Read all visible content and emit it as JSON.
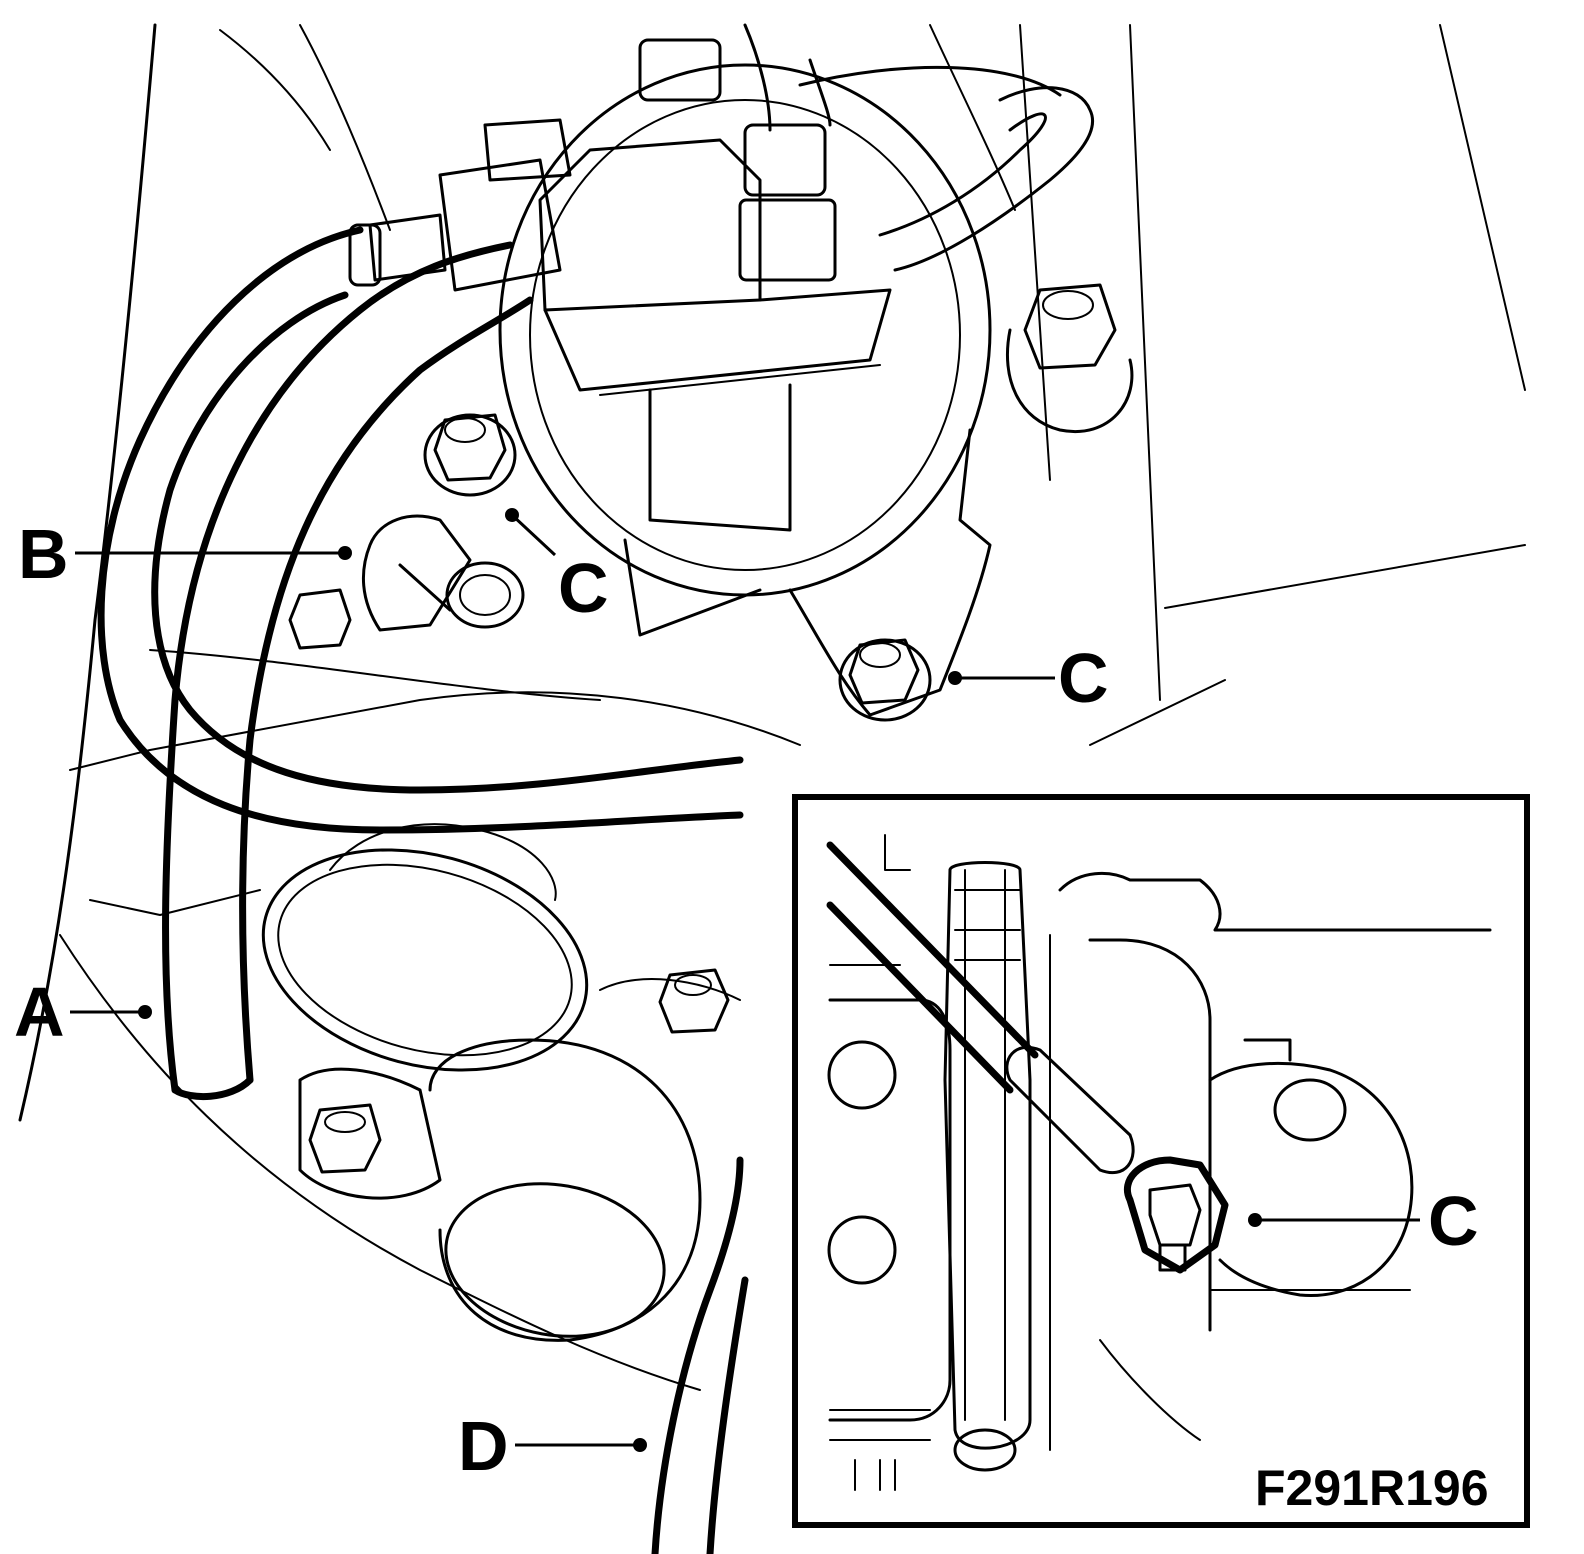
{
  "callouts": {
    "a": "A",
    "b": "B",
    "c": "C",
    "d": "D"
  },
  "figure_code": "F291R196",
  "colors": {
    "ink": "#000000",
    "background": "#ffffff"
  }
}
